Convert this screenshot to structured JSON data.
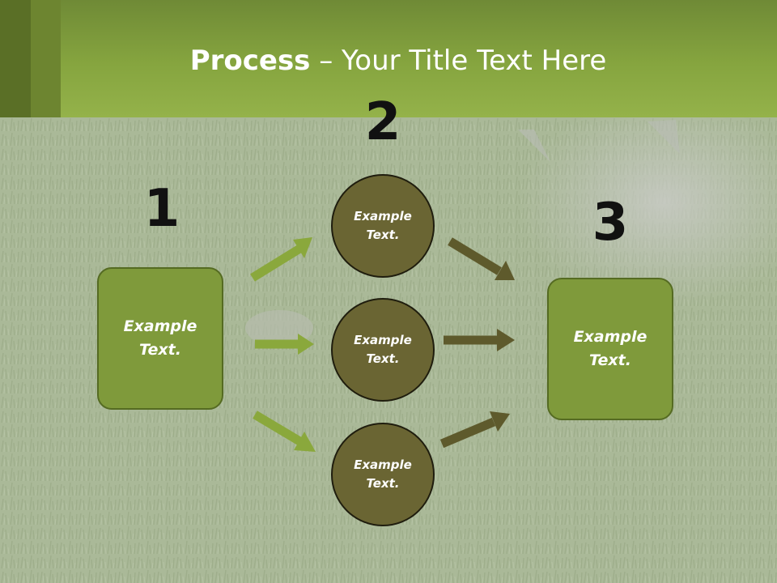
{
  "title": {
    "bold": "Process",
    "rest": " – Your Title Text Here"
  },
  "steps": {
    "one": "1",
    "two": "2",
    "three": "3"
  },
  "left_box": {
    "line1": "Example",
    "line2": "Text."
  },
  "right_box": {
    "line1": "Example",
    "line2": "Text."
  },
  "circles": [
    {
      "line1": "Example",
      "line2": "Text."
    },
    {
      "line1": "Example",
      "line2": "Text."
    },
    {
      "line1": "Example",
      "line2": "Text."
    }
  ],
  "colors": {
    "header": "#86a53f",
    "box": "#7f9a3b",
    "circle": "#6a6533",
    "arrow_light": "#8aa83c",
    "arrow_dark": "#5e5a2c"
  }
}
